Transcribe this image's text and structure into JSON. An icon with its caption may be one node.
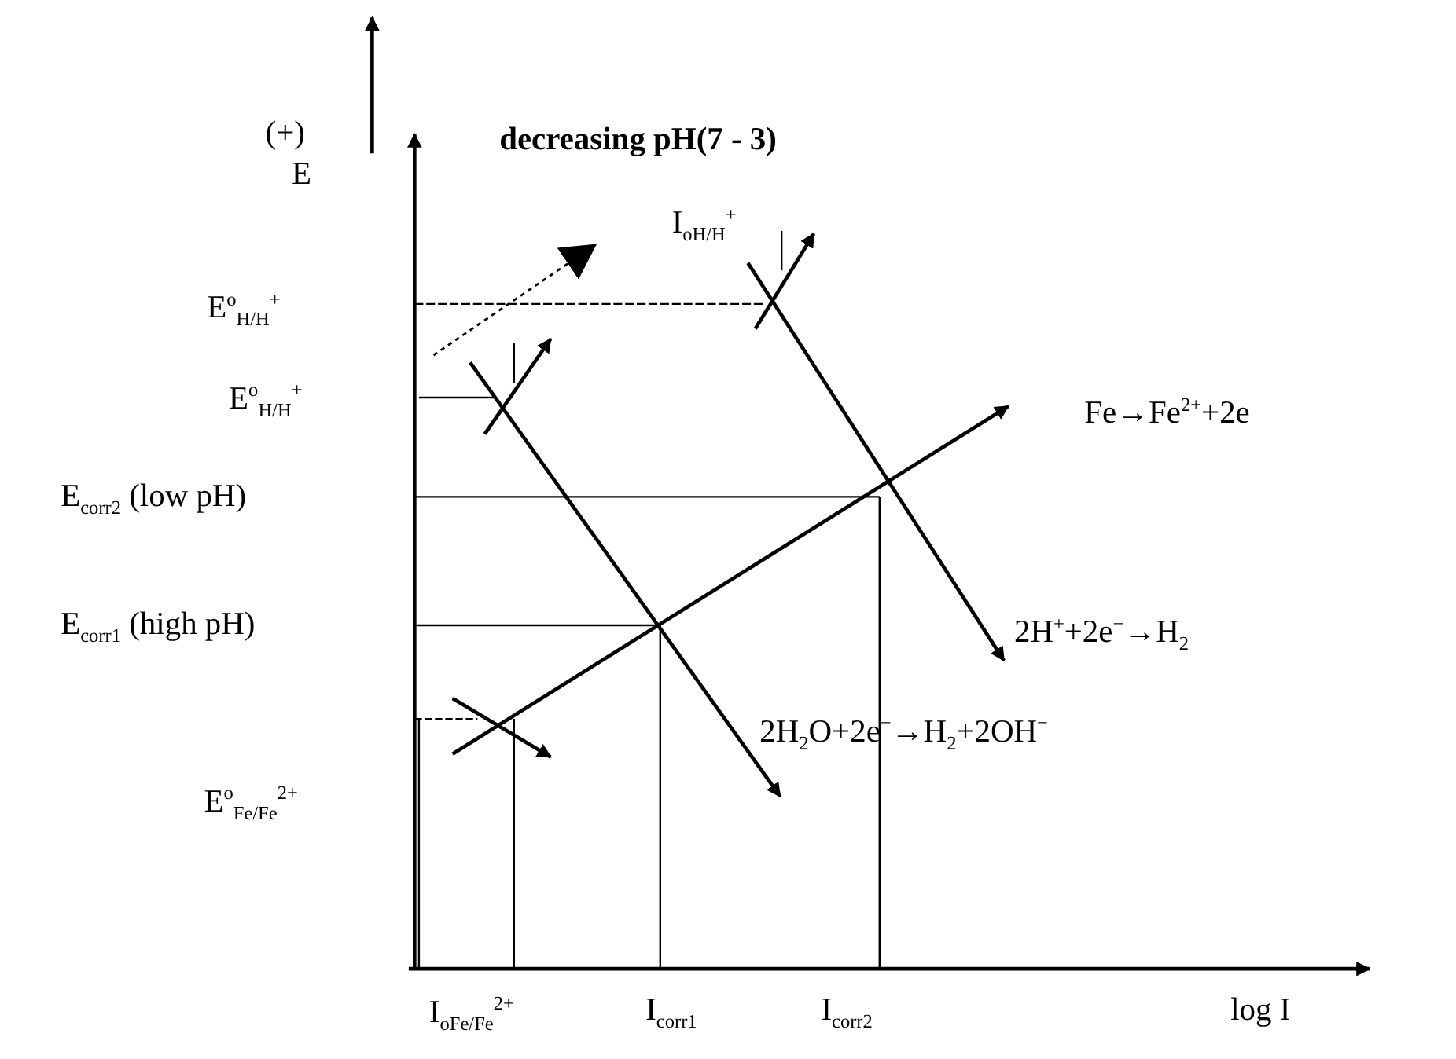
{
  "diagram": {
    "labels": [
      "(+)",
      "E",
      "decreasing pH(7 - 3)",
      "I$_{oH/H}$$^{+}$",
      "E$^{o}$$_{H/H}$$^{+}$",
      "E$^{o}$$_{H/H}$$^{+}$",
      "Fe→Fe$^{2+}$+2e",
      "E$_{corr2}$ (low pH)",
      "E$_{corr1}$ (high pH)",
      "2H$^{+}$+2e$^{−}$→H$_{2}$",
      "2H$_{2}$O+2e$^{−}$→H$_{2}$+2OH$^{−}$",
      "E$^{o}$$_{Fe/Fe}$$^{2+}$",
      "I$_{oFe/Fe}$$^{2+}$",
      "I$_{corr1}$",
      "I$_{corr2}$",
      "log I"
    ]
  }
}
